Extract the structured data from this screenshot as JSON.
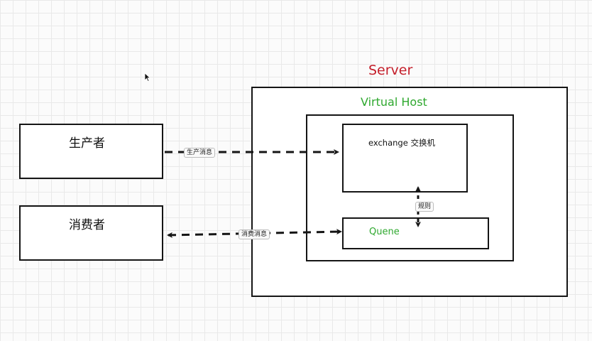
{
  "diagram": {
    "server_label": "Server",
    "virtual_host_label": "Virtual Host",
    "producer_label": "生产者",
    "consumer_label": "消费者",
    "exchange_label": "exchange 交换机",
    "queue_label": "Quene",
    "edge_produce_label": "生产消息",
    "edge_consume_label": "消费消息",
    "edge_rule_label": "规则"
  },
  "colors": {
    "server_title": "#c41e2a",
    "virtual_host_title": "#2ea82e",
    "queue_text": "#2ea82e",
    "stroke": "#151515"
  }
}
